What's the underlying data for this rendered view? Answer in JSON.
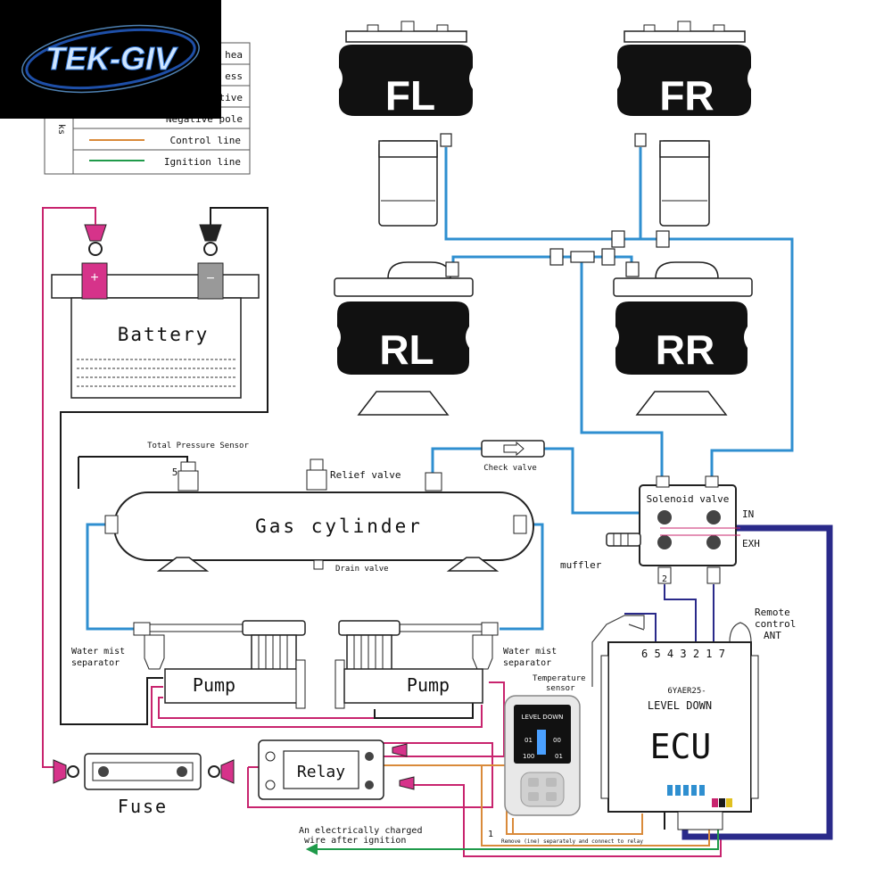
{
  "logo": {
    "text": "TEK-GIV"
  },
  "legend": {
    "rows": [
      {
        "label": "hea"
      },
      {
        "label": "ess"
      },
      {
        "label": "tive"
      },
      {
        "label": "Negative pole"
      },
      {
        "label": "Control line",
        "color": "#d98a3a"
      },
      {
        "label": "Ignition line",
        "color": "#1f9a4a"
      }
    ],
    "side": "ks"
  },
  "airbags": {
    "fl": "FL",
    "fr": "FR",
    "rl": "RL",
    "rr": "RR"
  },
  "battery": {
    "label": "Battery",
    "pos": "+",
    "neg": "−"
  },
  "tank": {
    "label": "Gas cylinder",
    "pressure_sensor": "Total Pressure Sensor",
    "sensor_num": "5",
    "relief": "Relief valve",
    "drain": "Drain valve"
  },
  "check_valve": "Check valve",
  "solenoid": {
    "label": "Solenoid valve",
    "in": "IN",
    "exh": "EXH",
    "num": "2"
  },
  "muffler": "muffler",
  "water_left": [
    "Water mist",
    "separator"
  ],
  "water_right": [
    "Water mist",
    "separator"
  ],
  "pump_left": "Pump",
  "pump_right": "Pump",
  "fuse": "Fuse",
  "relay": "Relay",
  "remote": [
    "Remote",
    "control",
    "ANT"
  ],
  "temp": [
    "Temperature",
    "sensor"
  ],
  "ecu": {
    "label": "ECU",
    "sub": "LEVEL DOWN",
    "model": "6YAER25-",
    "pins": "6 5 4 3 2 1 7"
  },
  "remote_device": {
    "header": "LEVEL DOWN",
    "a": "01",
    "b": "00",
    "c": "100",
    "d": "01"
  },
  "ignition_note": [
    "An electrically charged",
    "wire after ignition"
  ],
  "relay_note": "Remove (ine) separately and connect to relay",
  "note_num": "1",
  "colors": {
    "air": "#2f8fd0",
    "positive": "#c8246e",
    "negative": "#1a1a1a",
    "control": "#d98a3a",
    "ignition": "#1f9a4a",
    "ecu_link": "#2a2a8a"
  }
}
